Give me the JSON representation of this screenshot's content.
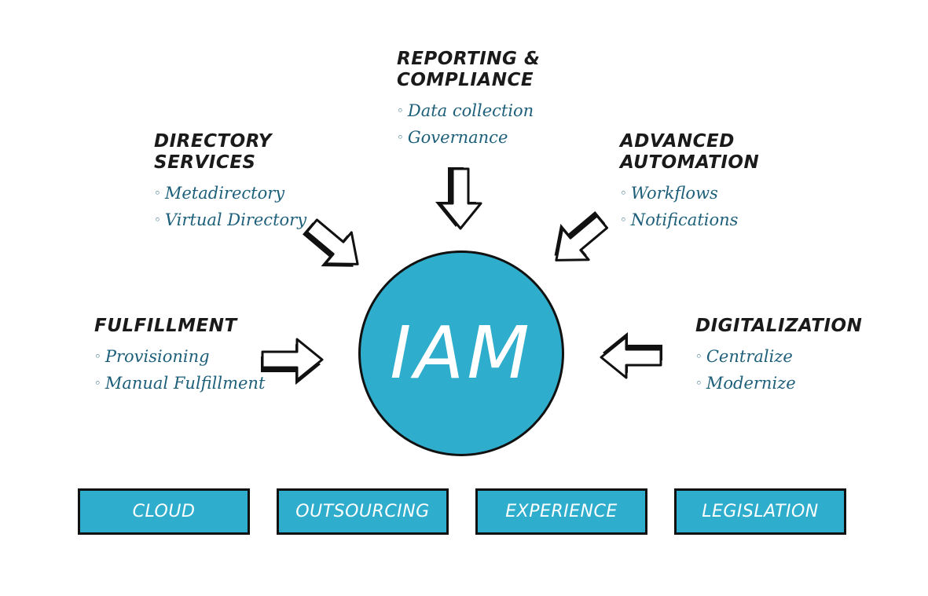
{
  "hub": {
    "label": "IAM"
  },
  "topics": [
    {
      "id": "reporting",
      "title": "REPORTING &\nCOMPLIANCE",
      "items": [
        "Data collection",
        "Governance"
      ]
    },
    {
      "id": "directory",
      "title": "DIRECTORY\nSERVICES",
      "items": [
        "Metadirectory",
        "Virtual Directory"
      ]
    },
    {
      "id": "automation",
      "title": "ADVANCED\nAUTOMATION",
      "items": [
        "Workflows",
        "Notifications"
      ]
    },
    {
      "id": "fulfillment",
      "title": "FULFILLMENT",
      "items": [
        "Provisioning",
        "Manual Fulfillment"
      ]
    },
    {
      "id": "digitalization",
      "title": "DIGITALIZATION",
      "items": [
        "Centralize",
        "Modernize"
      ]
    }
  ],
  "bullet": "◦",
  "drivers": [
    "CLOUD",
    "OUTSOURCING",
    "EXPERIENCE",
    "LEGISLATION"
  ],
  "colors": {
    "accent": "#2fadcc",
    "item_text": "#1d5f7a",
    "title_text": "#1a1a1a",
    "outline": "#111111"
  }
}
